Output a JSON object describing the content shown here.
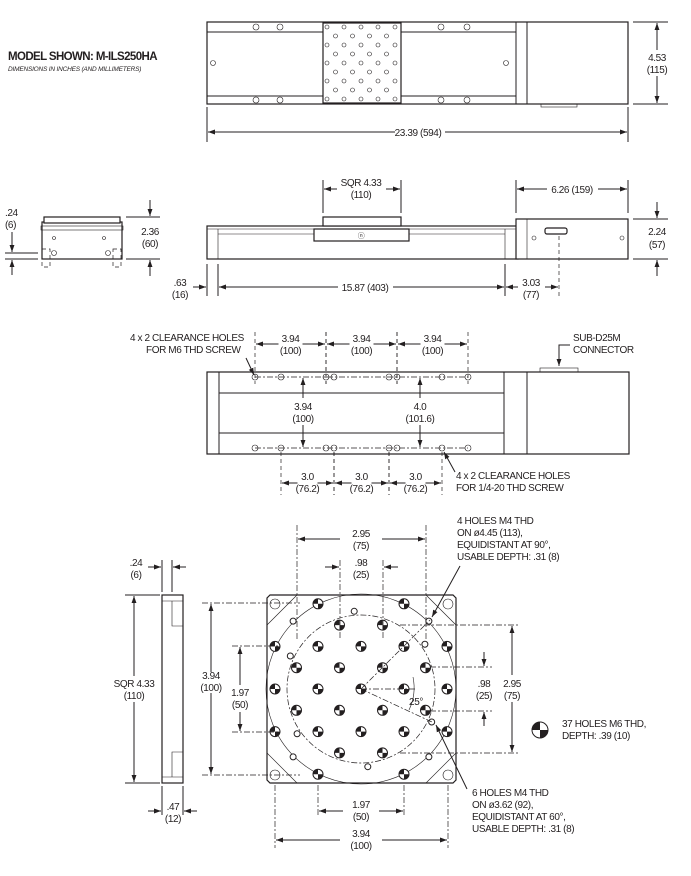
{
  "header": {
    "model": "MODEL SHOWN: M-ILS250HA",
    "units_note": "DIMENSIONS IN INCHES (AND MILLIMETERS)"
  },
  "top_view": {
    "height": "4.53",
    "height_mm": "(115)",
    "length": "23.39 (594)"
  },
  "side_view": {
    "carriage": "SQR 4.33",
    "carriage_mm": "(110)",
    "motor_len": "6.26 (159)",
    "height": "2.24",
    "height_mm": "(57)",
    "offset": ".63",
    "offset_mm": "(16)",
    "travel": "15.87 (403)",
    "conn_off": "3.03",
    "conn_off_mm": "(77)"
  },
  "end_view": {
    "base": ".24",
    "base_mm": "(6)",
    "height": "2.36",
    "height_mm": "(60)"
  },
  "bottom_view": {
    "m6_note": [
      "4 x 2 CLEARANCE HOLES",
      "FOR M6 THD SCREW"
    ],
    "top_spacing": [
      {
        "in": "3.94",
        "mm": "(100)"
      },
      {
        "in": "3.94",
        "mm": "(100)"
      },
      {
        "in": "3.94",
        "mm": "(100)"
      }
    ],
    "connector_note": [
      "SUB-D25M",
      "CONNECTOR"
    ],
    "row_gap_m6": {
      "in": "3.94",
      "mm": "(100)"
    },
    "row_gap_qtr": {
      "in": "4.0",
      "mm": "(101.6)"
    },
    "bottom_spacing": [
      {
        "in": "3.0",
        "mm": "(76.2)"
      },
      {
        "in": "3.0",
        "mm": "(76.2)"
      },
      {
        "in": "3.0",
        "mm": "(76.2)"
      }
    ],
    "qtr_note": [
      "4 x 2 CLEARANCE HOLES",
      "FOR 1/4-20 THD SCREW"
    ]
  },
  "carriage_detail": {
    "side_thk": ".24",
    "side_thk_mm": "(6)",
    "side_w": ".47",
    "side_w_mm": "(12)",
    "sqr": "SQR 4.33",
    "sqr_mm": "(110)",
    "top_w": "2.95",
    "top_w_mm": "(75)",
    "pitch": ".98",
    "pitch_mm": "(25)",
    "left_h": "3.94",
    "left_h_mm": "(100)",
    "left_h2": "1.97",
    "left_h2_mm": "(50)",
    "right_pitch": ".98",
    "right_pitch_mm": "(25)",
    "right_h": "2.95",
    "right_h_mm": "(75)",
    "angle": "25°",
    "bot_w1": "1.97",
    "bot_w1_mm": "(50)",
    "bot_w2": "3.94",
    "bot_w2_mm": "(100)",
    "note_4holes": [
      "4 HOLES M4 THD",
      "ON ø4.45 (113),",
      "EQUIDISTANT AT 90°,",
      "USABLE DEPTH: .31 (8)"
    ],
    "note_37holes": [
      "37 HOLES M6 THD,",
      "DEPTH: .39 (10)"
    ],
    "note_6holes": [
      "6 HOLES M4 THD",
      "ON ø3.62 (92),",
      "EQUIDISTANT AT 60°,",
      "USABLE DEPTH: .31 (8)"
    ]
  }
}
